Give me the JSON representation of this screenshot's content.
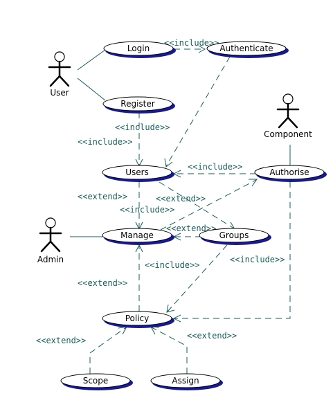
{
  "diagram": {
    "actors": {
      "user": "User",
      "component": "Component",
      "admin": "Admin"
    },
    "use_cases": {
      "login": "Login",
      "authenticate": "Authenticate",
      "register": "Register",
      "users": "Users",
      "authorise": "Authorise",
      "manage": "Manage",
      "groups": "Groups",
      "policy": "Policy",
      "scope": "Scope",
      "assign": "Assign"
    },
    "stereotypes": {
      "include": "<<include>>",
      "extend": "<<extend>>"
    },
    "colors": {
      "line": "#1e5a5a",
      "ellipse_shadow": "#1a1a8a"
    }
  }
}
